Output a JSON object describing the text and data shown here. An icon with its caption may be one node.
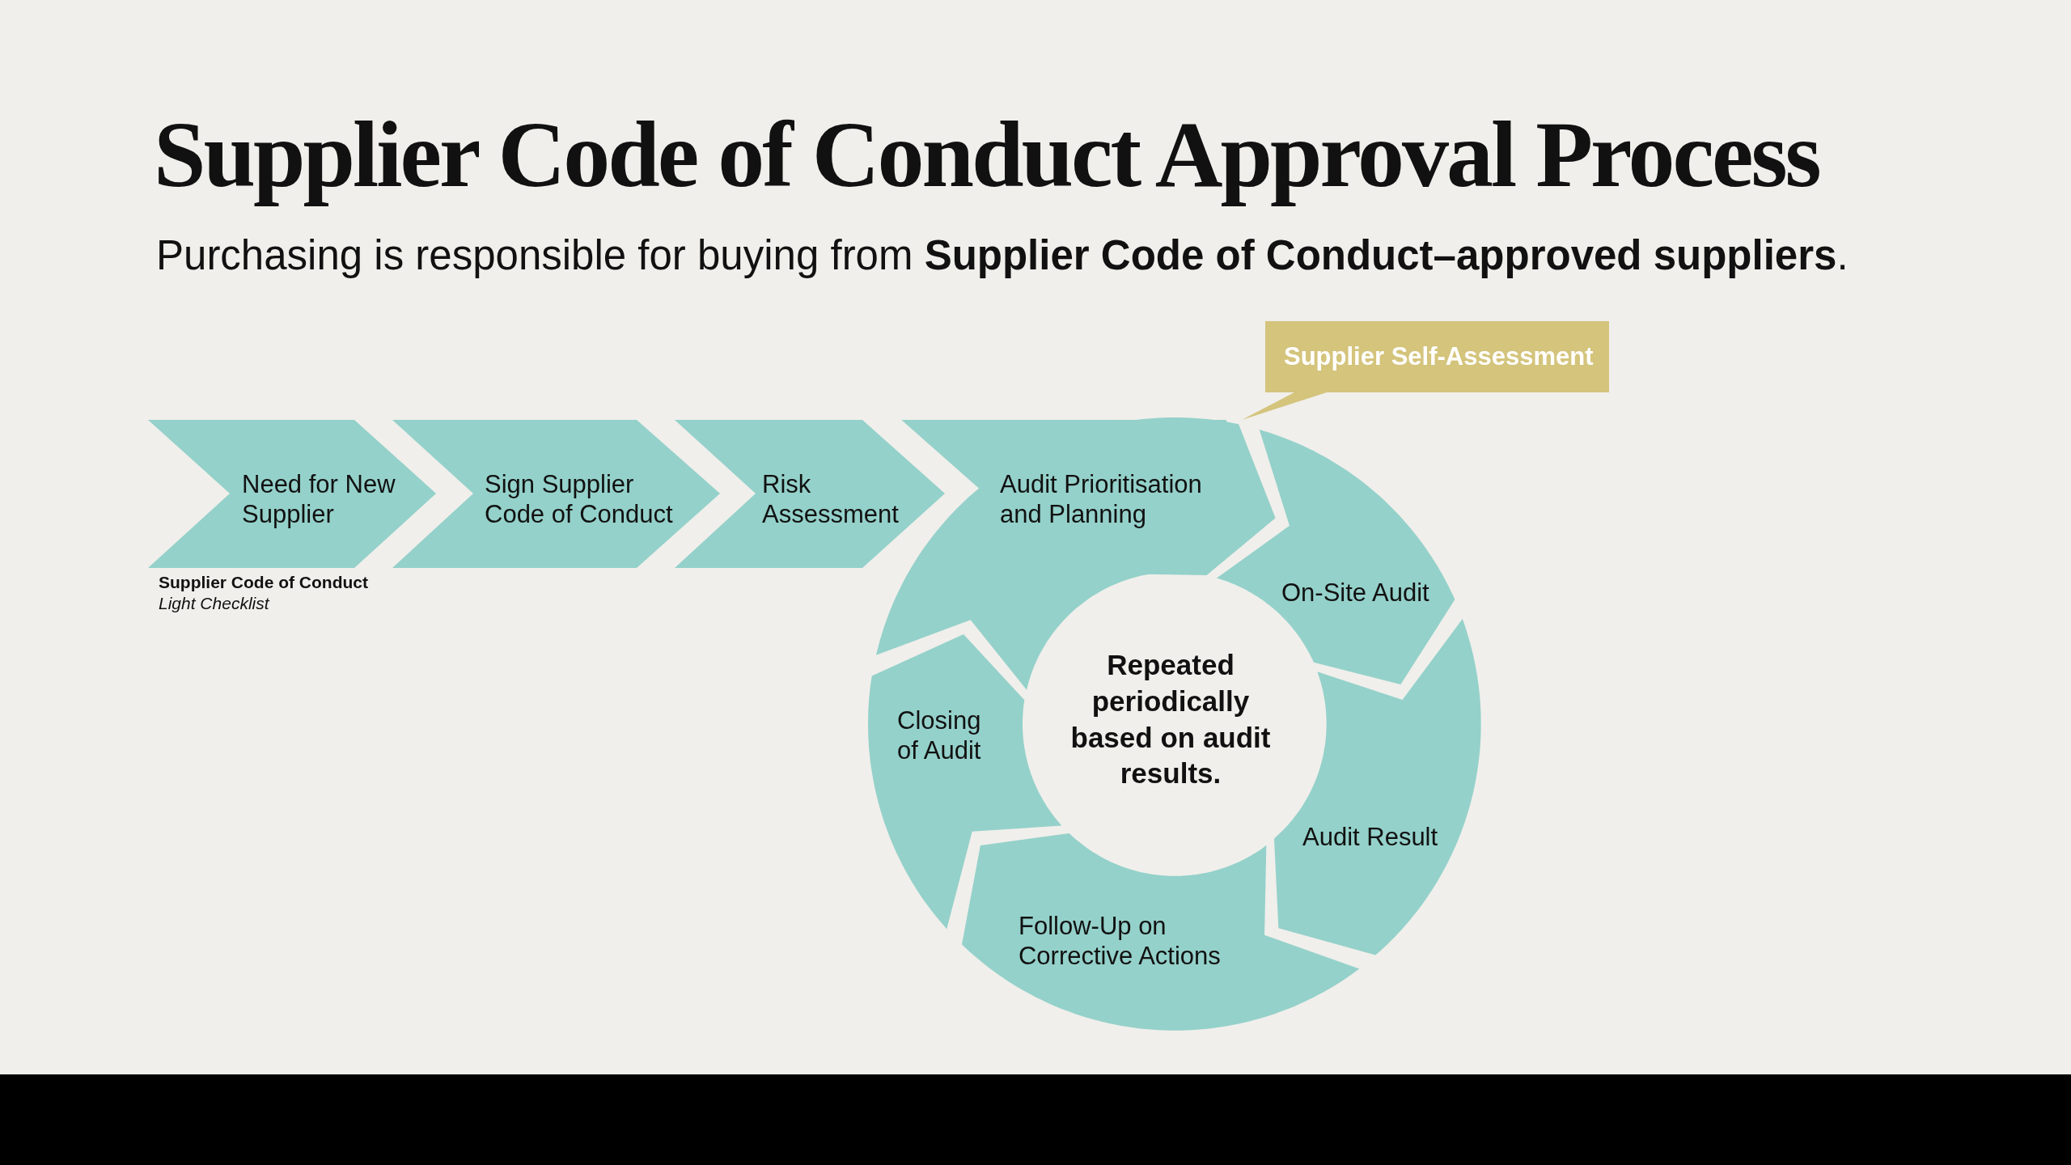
{
  "diagram": {
    "title": "Supplier Code of Conduct Approval Process",
    "nodes": [
      {
        "text": [
          "Need for New Supplier"
        ],
        "beside": [
          "Supplier Code of Conduct",
          "Light Checklist"
        ]
      },
      {
        "text": [
          "Sign Supplier Code of Conduct"
        ]
      },
      {
        "text": [
          "Risk Assessment"
        ]
      },
      {
        "text": [
          "Audit Prioritisation and Planning"
        ]
      },
      {
        "text": [
          "On-Site Audit"
        ]
      },
      {
        "text": [
          "Audit Result"
        ]
      },
      {
        "text": [
          "Follow-Up on Corrective Actions"
        ]
      },
      {
        "text": [
          "Closing of Audit"
        ]
      },
      {
        "text": [
          "Supplier Self-Assessment"
        ]
      }
    ],
    "labels": [
      "Purchasing is responsible for buying from **Supplier Code of Conduct–approved suppliers**.",
      "Repeated periodically based on audit results."
    ]
  }
}
